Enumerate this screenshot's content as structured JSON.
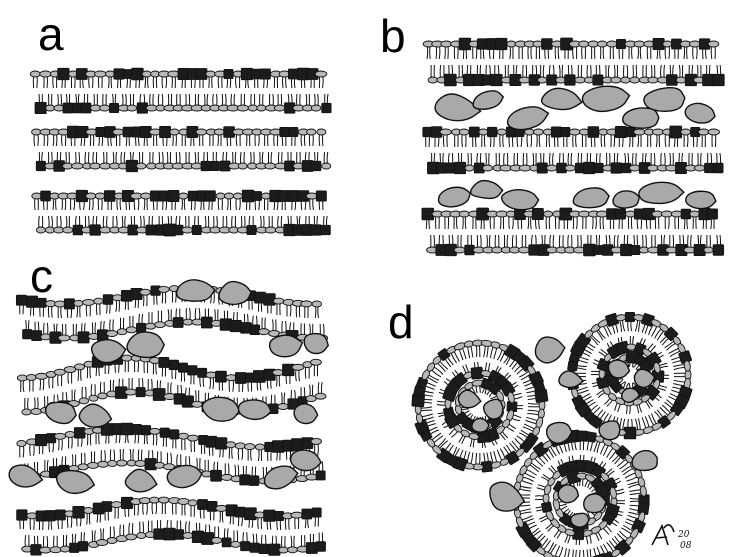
{
  "figure": {
    "panels": [
      {
        "id": "a",
        "label": "a",
        "bilayers": 3,
        "protein_layers": 0
      },
      {
        "id": "b",
        "label": "b",
        "bilayers": 3,
        "protein_layers": 2
      },
      {
        "id": "c",
        "label": "c",
        "bilayers": 4,
        "protein_layers": 3
      },
      {
        "id": "d",
        "label": "d",
        "vesicles": 3
      }
    ],
    "signature": {
      "initials": "A",
      "year_top": "20",
      "year_bottom": "08"
    }
  },
  "colors": {
    "ink": "#111111",
    "headgroup_dark": "#1c1c1c",
    "headgroup_light": "#b8b8b8",
    "protein_fill": "#a9a9a9",
    "background": "#ffffff"
  }
}
